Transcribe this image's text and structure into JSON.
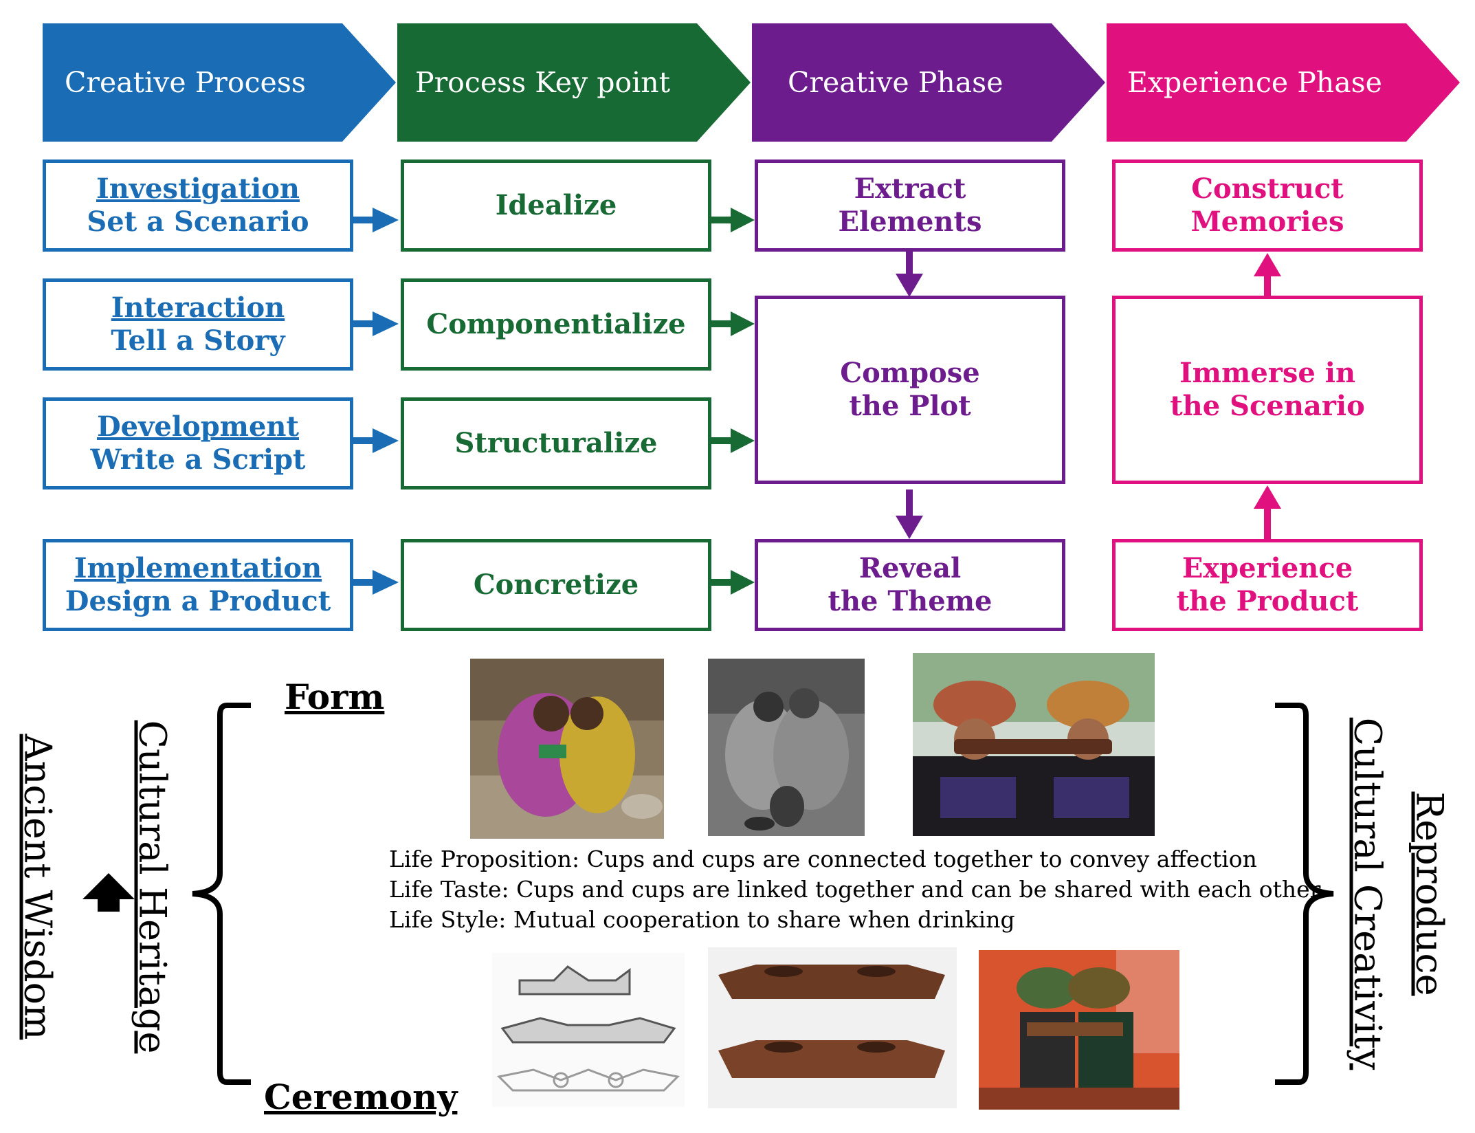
{
  "headers": [
    {
      "label": "Creative Process",
      "color": "#1a6db5"
    },
    {
      "label": "Process Key point",
      "color": "#176a34"
    },
    {
      "label": "Creative Phase",
      "color": "#6c1c8c"
    },
    {
      "label": "Experience Phase",
      "color": "#e0107e"
    }
  ],
  "process": [
    {
      "title": "Investigation",
      "subtitle": "Set a Scenario"
    },
    {
      "title": "Interaction",
      "subtitle": "Tell a Story"
    },
    {
      "title": "Development",
      "subtitle": "Write a Script"
    },
    {
      "title": "Implementation",
      "subtitle": "Design a Product"
    }
  ],
  "keypoints": [
    "Idealize",
    "Componentialize",
    "Structuralize",
    "Concretize"
  ],
  "creative_phase": {
    "extract": [
      "Extract",
      "Elements"
    ],
    "compose": [
      "Compose",
      "the Plot"
    ],
    "reveal": [
      "Reveal",
      "the Theme"
    ]
  },
  "experience_phase": {
    "memories": [
      "Construct",
      "Memories"
    ],
    "immerse": [
      "Immerse in",
      "the Scenario"
    ],
    "experience": [
      "Experience",
      "the Product"
    ]
  },
  "bottom": {
    "ancient_wisdom": "Ancient Wisdom",
    "cultural_heritage": "Cultural Heritage",
    "form": "Form",
    "ceremony": "Ceremony",
    "life_proposition": "Life Proposition: Cups and cups are connected together to convey affection",
    "life_taste": "Life Taste: Cups and cups are linked together and can be shared with each other",
    "life_style": "Life Style: Mutual cooperation to share when drinking",
    "reproduce": "Reproduce",
    "cultural_creativity": "Cultural Creativity"
  }
}
